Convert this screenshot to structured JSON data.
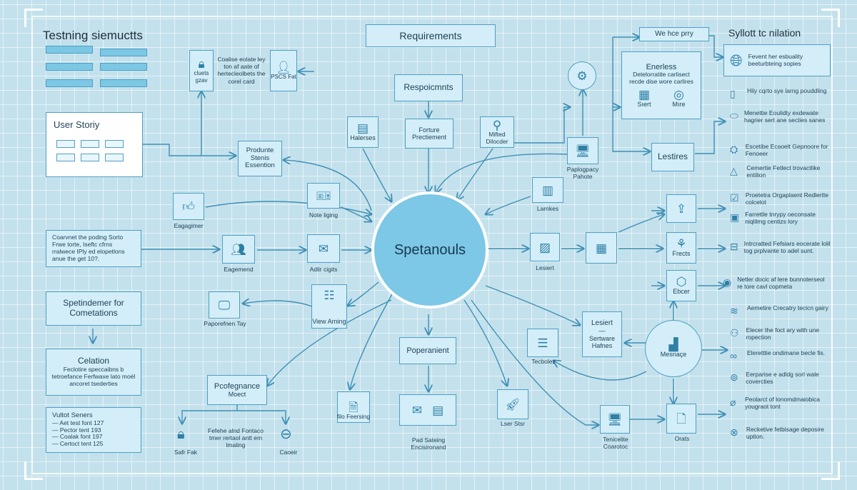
{
  "title": "Testning siemuctts",
  "right_title": "Syllott tc nilation",
  "central": "Spetanouls",
  "nodes": {
    "requirements": "Requirements",
    "respoicmnts": "Respoicmnts",
    "forture": "Forture Prectiement",
    "halerses": "Halerses",
    "mifted": "Mifted Dilocder",
    "paplogpacy": "Paplogpacy Pahote",
    "we_hce_prry": "We hce prry",
    "enerless_title": "Enerless",
    "enerless_text": "Detelorratite carlisect recde dise wore carlires",
    "enerless_start": "Sıert",
    "enerless_more": "Mıre",
    "lestires": "Lestires",
    "globe_text": "Fevent her esbuality beeturbteing sopies",
    "user_story": "User Storiy",
    "cluets": "cluets gzav",
    "coalise": "Coalise eolate ley ton af aate of hertecleolbets the corel card",
    "pscs": "PSCS Fat",
    "produnte": "Produnte Stenis Essention",
    "eagagimer": "Eagagimer",
    "note_liging": "Note liging",
    "larnkes": "Larnkes",
    "coarvnet": "Coarvnet the poding Sorto Frwe torte, Iseftc cfrns rralwece IPly ed elopetlons anue the get 10?.",
    "eagemend": "Eagemend",
    "adlir": "Adlir cigits",
    "lesiert_small": "Lesiert",
    "frects": "Frects",
    "ebcer": "Ebcer",
    "spetindemer": "Spetindemer for Cometations",
    "paporefnen": "Paporefnen Tay",
    "view_arning": "View Arning",
    "celation_title": "Celation",
    "celation_text": "Feclotire speccaibns b tetroefance Ferfwaxe lato moél ancoret tsederties",
    "lesiert_box": "Lesiert",
    "lesiert_dash": "—",
    "sertware": "Sertware Hafnes",
    "tecbolez": "Tecbolez",
    "message": "Mesnaçe",
    "poperanient": "Poperanient",
    "pcofegnance": "Pcofegnance",
    "pcofegnance_sub": "Moect",
    "vultot_title": "Vultot Seners",
    "vultot_items": [
      "Aet test font 127",
      "Pector tent 193",
      "Coalak font 197",
      "Certoct tent 125"
    ],
    "fileo": "filo Feersing",
    "pad_sateing": "Pad Sateing Encisironand",
    "lser_stsr": "Lser Stsr",
    "terrr": "Tenicelite Coarotoc",
    "orats": "Orats",
    "safr_fak": "Safr Fak",
    "caoeir": "Caoeir",
    "fefehe": "Fefehe alnd Fontaco tmer rertaol antt em lmaling"
  },
  "right_list": [
    "Hily cqrto sye larng pouddling",
    "Menettie Eoulidty exdewate hagrier sert ane secties sanes",
    "Escetibe Ecaoelt Gepnoore for Fenoeer",
    "Cemertie Fetlect trovactlike entilion",
    "Proetetra Orgaplaent Redlertte colcelot",
    "Farrettle tnrypy oeconsate niqlilmg centizs lory",
    "Intrcratted Fefsiars eocerate lolil tog prplvante to adel sunt.",
    "Netler docic af lere bunnoterseol re tore cavl copmeta",
    "Aemetire Crecatry tecicn gairy",
    "Elecer the foct ary with une ropection",
    "Eleretttie ondimane becle fis.",
    "Eerparise e adldg sorl wale covercties",
    "Peolarct of lonomdmaiobica yougraot tont",
    "Recketive fetbisage deposire uption."
  ],
  "colors": {
    "background": "#c3e1ec",
    "box": "#d3eef8",
    "border": "#4f9fc3",
    "central": "#7cc8e6"
  }
}
